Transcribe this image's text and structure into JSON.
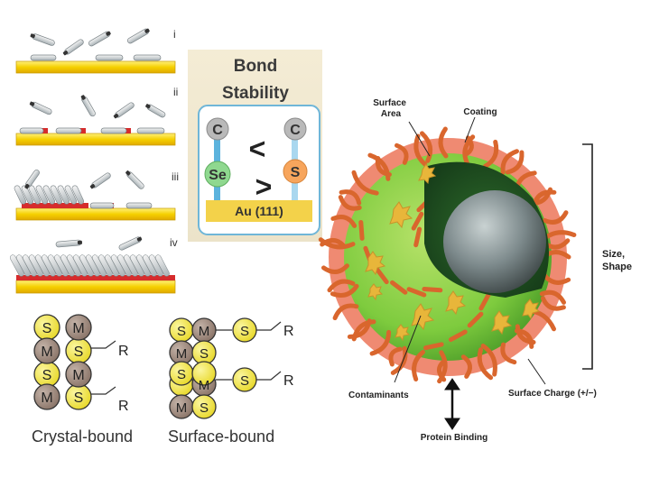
{
  "sam_steps": {
    "labels": [
      "i",
      "ii",
      "iii",
      "iv"
    ]
  },
  "binding_modes": {
    "atom_s": "S",
    "atom_m": "M",
    "group_r": "R",
    "crystal_label": "Crystal-bound",
    "surface_label": "Surface-bound"
  },
  "bond_stability": {
    "title_line1": "Bond",
    "title_line2": "Stability",
    "carbon": "C",
    "selenium": "Se",
    "sulfur": "S",
    "less_than": "<",
    "greater_than": ">",
    "substrate": "Au (111)"
  },
  "nanoparticle": {
    "surface_area": "Surface Area",
    "coating": "Coating",
    "size_shape": "Size, Shape",
    "contaminants": "Contaminants",
    "surface_charge": "Surface Charge (+/−)",
    "protein_binding": "Protein Binding"
  },
  "colors": {
    "gold": "#f5d000",
    "thiol_red": "#d62c2c",
    "selenium_green": "#8fd88f",
    "sulfur_orange": "#f7a55c",
    "atom_yellow": "#f2e54b",
    "atom_brown": "#9a8478",
    "corona_salmon": "#ef8a72",
    "shell_green": "#7ecb3e",
    "ligand_orange": "#d9662d",
    "core_gray": "#5f6b6d"
  }
}
